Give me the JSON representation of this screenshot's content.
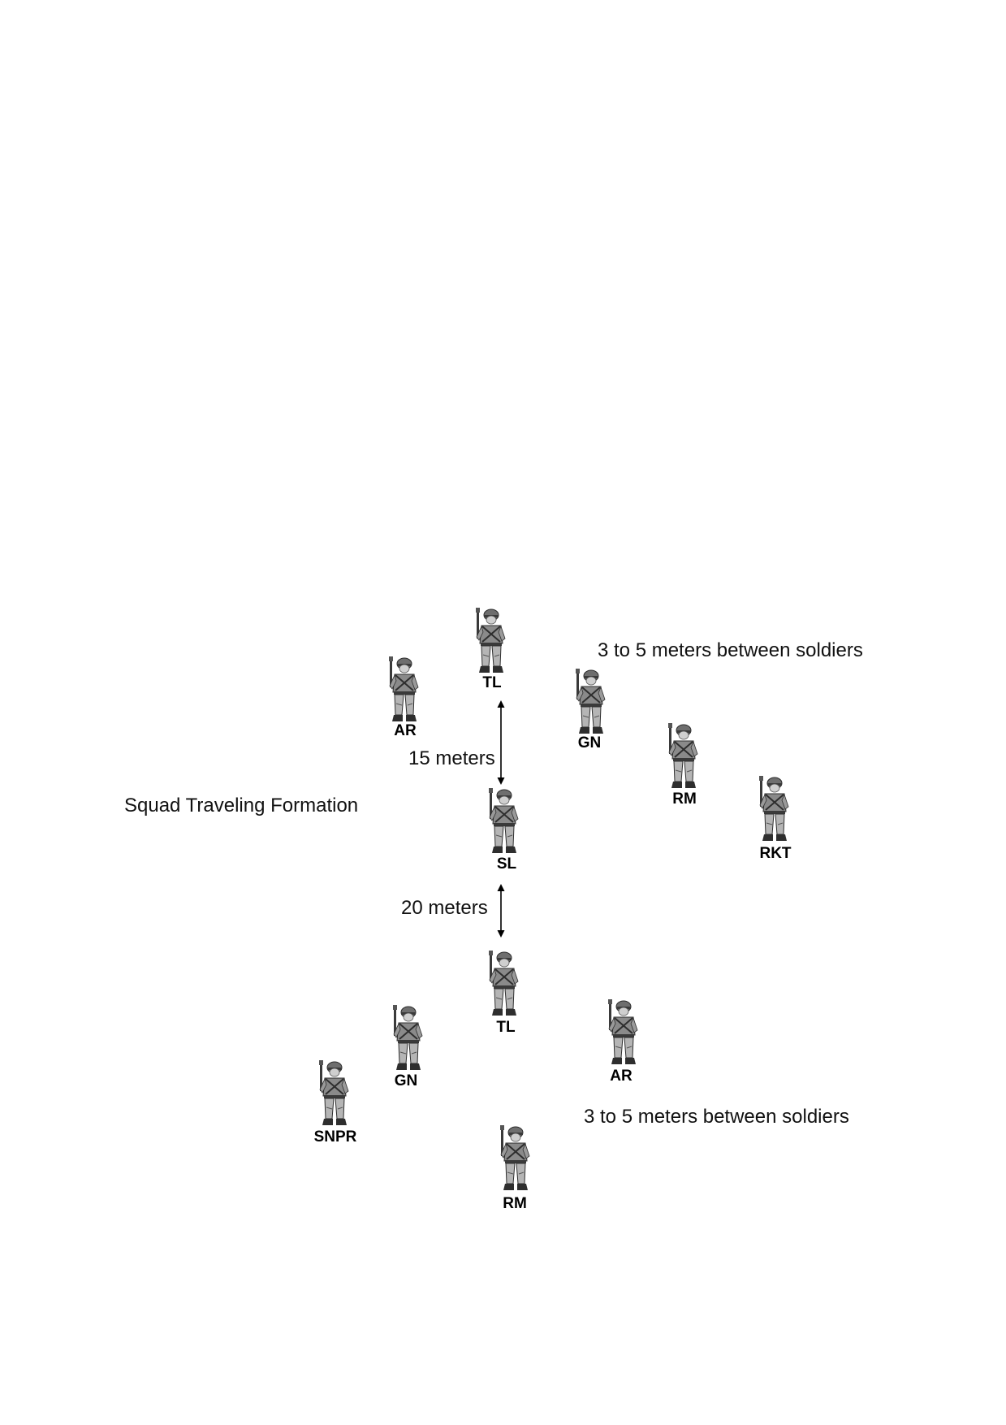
{
  "diagram": {
    "captions": {
      "title": "Squad Traveling  Formation",
      "front_team_spacing": "3 to 5 meters between soldiers",
      "rear_team_spacing": "3 to 5 meters between soldiers",
      "distance_front_to_sl": "15 meters",
      "distance_sl_to_rear": "20 meters"
    },
    "roles": {
      "front_tl": "TL",
      "front_ar": "AR",
      "front_gn": "GN",
      "front_rm": "RM",
      "front_rkt": "RKT",
      "squad_leader": "SL",
      "rear_tl": "TL",
      "rear_gn": "GN",
      "rear_ar": "AR",
      "rear_snpr": "SNPR",
      "rear_rm": "RM"
    },
    "icon": "soldier-icon",
    "colors": {
      "figure_dark": "#3a3a3a",
      "figure_mid": "#8a8a8a",
      "figure_light": "#cfcfcf",
      "text": "#000000"
    }
  }
}
